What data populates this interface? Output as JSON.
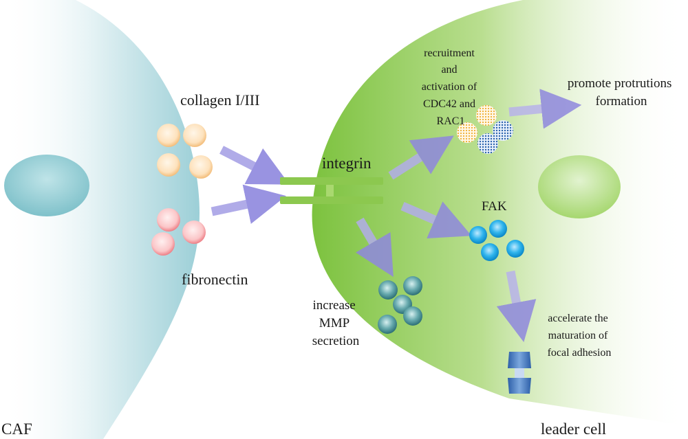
{
  "labels": {
    "caf": "CAF",
    "leader_cell": "leader cell",
    "collagen": "collagen I/III",
    "fibronectin": "fibronectin",
    "integrin": "integrin",
    "recruitment": [
      "recruitment",
      "and",
      "activation  of",
      "CDC42  and",
      "RAC1"
    ],
    "protrusions": [
      "promote protrutions",
      "formation"
    ],
    "fak": "FAK",
    "mmp": [
      "increase",
      "MMP",
      "secretion"
    ],
    "focal": [
      "accelerate the",
      "maturation  of",
      "focal adhesion"
    ]
  },
  "colors": {
    "caf_cell": "#a9d5dc",
    "caf_nucleus": "#8ccad1",
    "leader_cell": "#8ecb4f",
    "leader_nucleus": "#b3df8a",
    "integrin": "#86c44a",
    "arrow": "#9d97e0",
    "collagen": "#f6c98a",
    "fibronectin": "#f29aa0",
    "cdc42": "#f2b63b",
    "rac1": "#2d6bb4",
    "fak": "#1ea7e4",
    "mmp": "#3f8d93",
    "focal_adhesion": "#3f74be"
  }
}
